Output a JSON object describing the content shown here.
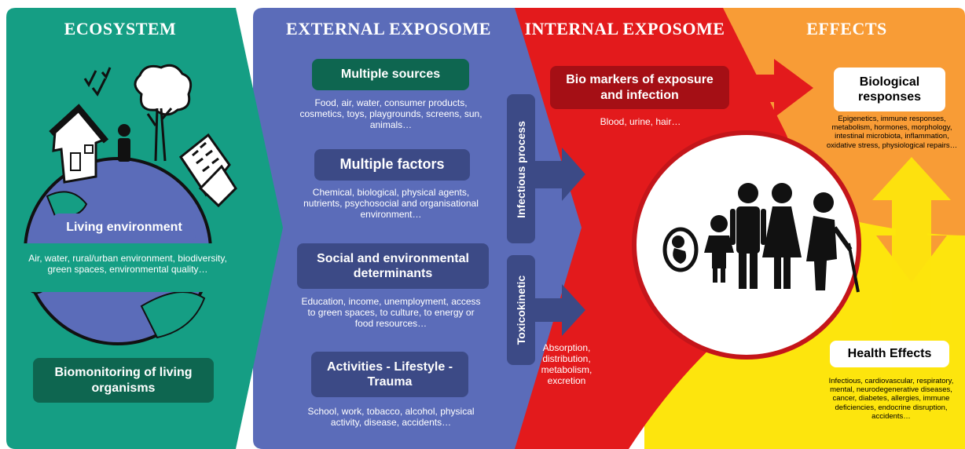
{
  "ecosystem": {
    "header": "ECOSYSTEM",
    "living_environment": {
      "label": "Living environment",
      "description": "Air, water, rural/urban environment, biodiversity, green spaces, environmental quality…"
    },
    "biomonitoring": {
      "label": "Biomonitoring of living organisms"
    }
  },
  "external_exposome": {
    "header": "EXTERNAL EXPOSOME",
    "items": [
      {
        "label": "Multiple sources",
        "description": "Food, air, water, consumer products, cosmetics, toys, playgrounds, screens, sun, animals…"
      },
      {
        "label": "Multiple factors",
        "description": "Chemical, biological, physical agents, nutrients, psychosocial and organisational environment…"
      },
      {
        "label": "Social and environmental determinants",
        "description": "Education, income, unemployment, access to green spaces, to culture, to energy or food resources…"
      },
      {
        "label": "Activities - Lifestyle - Trauma",
        "description": "School, work, tobacco, alcohol, physical activity, disease, accidents…"
      }
    ],
    "infectious_process": "Infectious process",
    "toxicokinetic": "Toxicokinetic"
  },
  "internal_exposome": {
    "header": "INTERNAL EXPOSOME",
    "biomarkers": {
      "label": "Bio markers of exposure and infection",
      "description": "Blood, urine, hair…"
    },
    "toxicokinetic_description": "Absorption, distribution, metabolism, excretion"
  },
  "effects": {
    "header": "EFFECTS",
    "biological_responses": {
      "label": "Biological responses",
      "description": "Epigenetics, immune responses, metabolism, hormones, morphology, intestinal microbiota, inflammation, oxidative stress, physiological repairs…"
    },
    "health_effects": {
      "label": "Health Effects",
      "description": "Infectious, cardiovascular, respiratory, mental, neurodegenerative diseases, cancer, diabetes, allergies, immune deficiencies, endocrine disruption, accidents…"
    }
  },
  "colors": {
    "ecosystem_green": "#159e84",
    "dark_green": "#0e6650",
    "exposome_blue": "#5b6cb9",
    "navy": "#3c4a86",
    "internal_red": "#e31a1c",
    "dark_red": "#a50f15",
    "effects_orange": "#f89c36",
    "effects_yellow": "#fde50d"
  },
  "icons": [
    "globe-icon",
    "house-icon",
    "tree-icon",
    "person-icon",
    "building-icon",
    "family-icon",
    "fetus-icon"
  ]
}
